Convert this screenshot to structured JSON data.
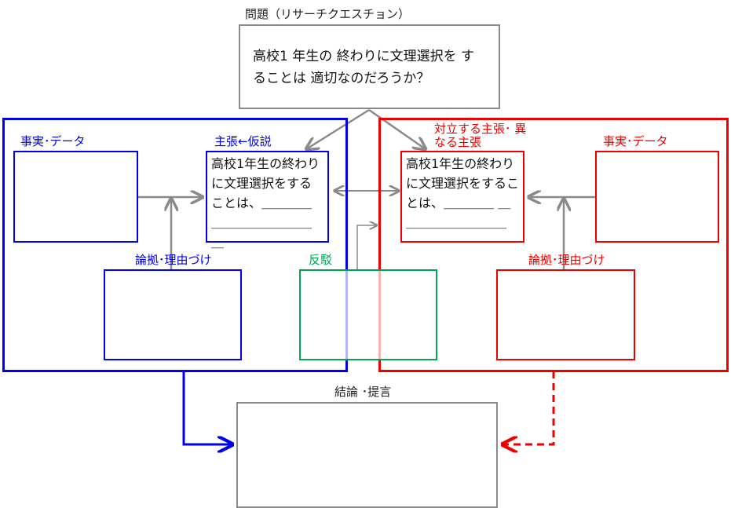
{
  "colors": {
    "blue": "#0000ee",
    "red": "#ee0000",
    "green": "#00a651",
    "gray": "#8a8a8a",
    "dark": "#222222"
  },
  "question": {
    "label": "問題（リサーチクエスチョン）",
    "text": "高校1 年生の 終わりに文理選択を することは 適切なのだろうか？"
  },
  "left_group": {
    "facts_label": "事実･データ",
    "claim_label": "主張←仮説",
    "claim_text": "高校1年生の終わりに文理選択をすることは、＿＿＿＿ ＿＿＿＿＿＿＿＿＿",
    "reasoning_label": "論拠･理由づけ"
  },
  "rebuttal": {
    "label": "反駁"
  },
  "right_group": {
    "counter_claim_label": "対立する主張･ 異なる主張",
    "counter_claim_text": "高校1年生の終わりに文理選択をすることは、＿＿＿＿ ＿＿＿＿＿＿＿＿＿",
    "facts_label": "事実･データ",
    "reasoning_label": "論拠･理由づけ"
  },
  "conclusion": {
    "label": "結論 ･提言"
  }
}
